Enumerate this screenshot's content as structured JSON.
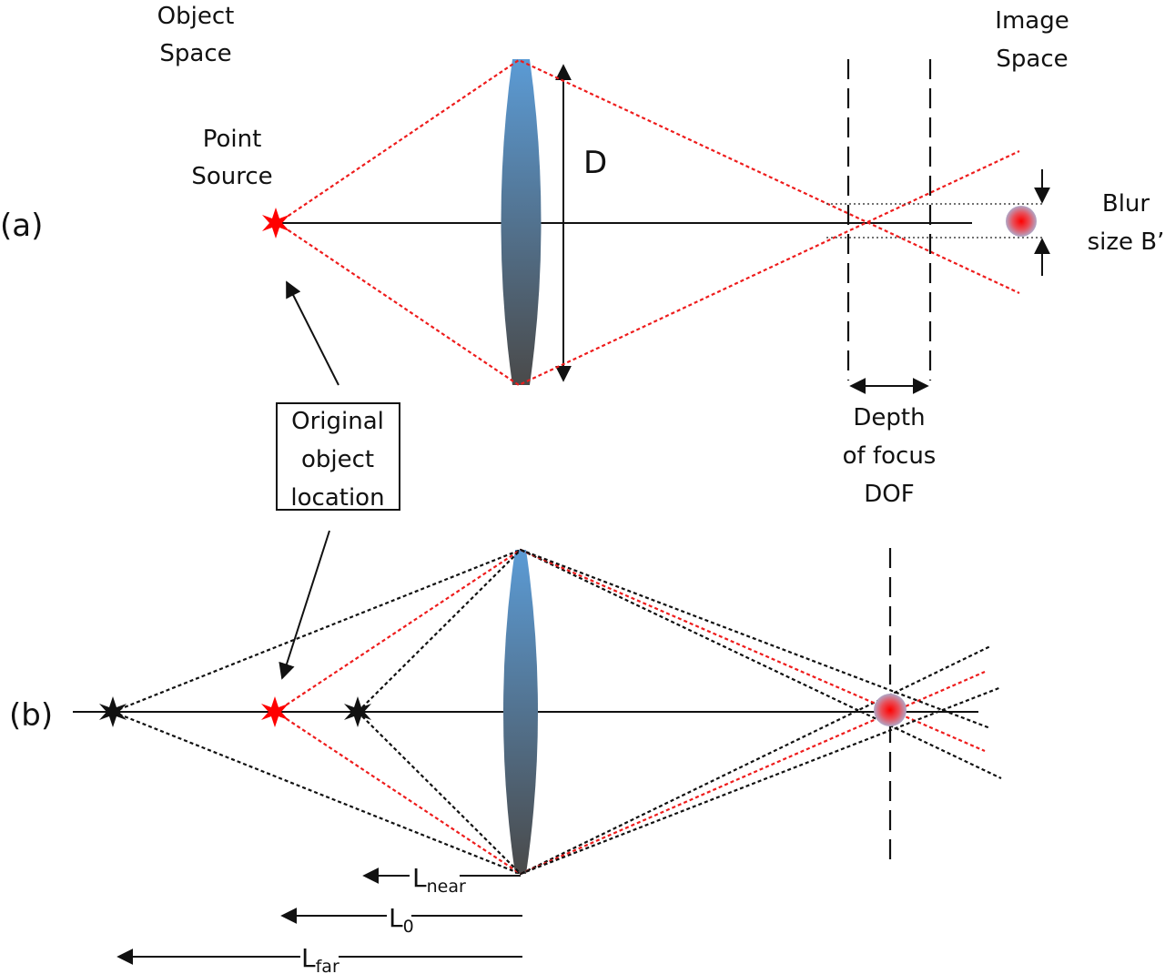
{
  "panel_a": {
    "label": "(a)",
    "object_space": [
      "Object",
      "Space"
    ],
    "image_space": [
      "Image",
      "Space"
    ],
    "point_source": [
      "Point",
      "Source"
    ],
    "aperture_label": "D",
    "blur_label": [
      "Blur",
      "size B’"
    ],
    "dof_label": [
      "Depth",
      "of focus",
      "DOF"
    ]
  },
  "callout": {
    "lines": [
      "Original",
      "object",
      "location"
    ]
  },
  "panel_b": {
    "label": "(b)",
    "distances": [
      {
        "base": "L",
        "sub": "near"
      },
      {
        "base": "L",
        "sub": "0"
      },
      {
        "base": "L",
        "sub": "far"
      }
    ]
  },
  "colors": {
    "ray_red": "#ee1c1c",
    "ray_black": "#111111",
    "lens_top": "#5b9bd5",
    "lens_bottom": "#4a4a4a",
    "blur_spot": "#ff0000"
  }
}
